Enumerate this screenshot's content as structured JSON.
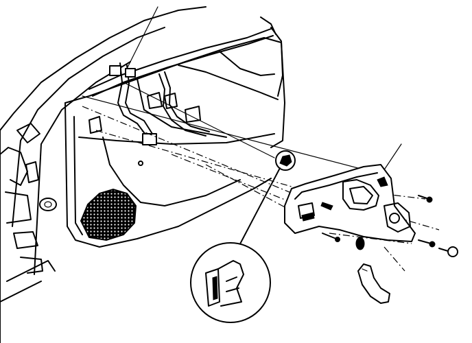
{
  "figure": {
    "colors": {
      "ink": "#000000",
      "paper": "#ffffff"
    },
    "parts": [
      "door-frame",
      "window-channel",
      "door-inner-panel",
      "speaker-grille",
      "wiring-harness",
      "trim-panel",
      "pull-handle",
      "retaining-clip",
      "fastener-screws"
    ],
    "callouts": {
      "detail_view": "clip-detail",
      "leader_lines": 2
    }
  }
}
